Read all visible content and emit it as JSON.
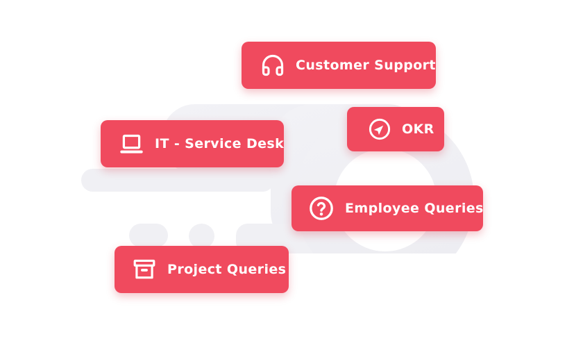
{
  "colors": {
    "accent": "#f04a5e",
    "background_shape": "#f0f0f4",
    "icon_and_text": "#ffffff",
    "page_background": "#ffffff"
  },
  "badges": [
    {
      "label": "Customer Support",
      "icon": "headphones-icon"
    },
    {
      "label": "OKR",
      "icon": "navigation-icon"
    },
    {
      "label": "IT - Service Desk",
      "icon": "laptop-icon"
    },
    {
      "label": "Employee Queries",
      "icon": "question-circle-icon"
    },
    {
      "label": "Project Queries",
      "icon": "archive-icon"
    }
  ]
}
